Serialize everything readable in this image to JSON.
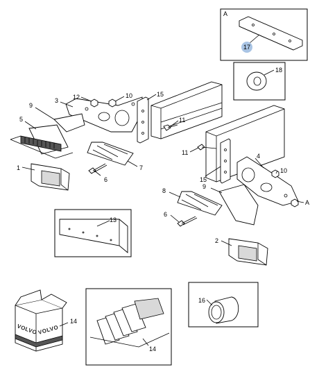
{
  "callouts": {
    "c1": "1",
    "c2": "2",
    "c3": "3",
    "c4": "4",
    "c5": "5",
    "c6a": "6",
    "c6b": "6",
    "c7": "7",
    "c8": "8",
    "c9a": "9",
    "c9b": "9",
    "c10a": "10",
    "c10b": "10",
    "c11a": "11",
    "c11b": "11",
    "c12": "12",
    "c13": "13",
    "c14a": "14",
    "c14b": "14",
    "c15a": "15",
    "c15b": "15",
    "c16": "16",
    "c17": "17",
    "c18": "18",
    "view_a_box": "A",
    "view_a_ref": "A"
  },
  "box_brand": "VOLVO",
  "colors": {
    "highlight": "#a9c4e4",
    "ink": "#000000",
    "shade": "#d9d9d9"
  }
}
